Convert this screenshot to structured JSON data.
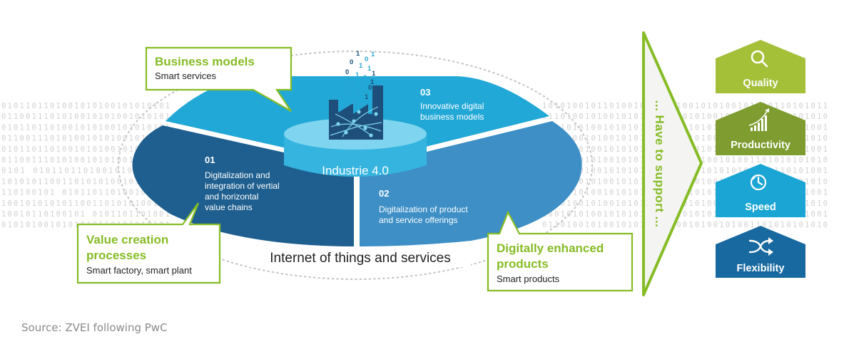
{
  "binary_background": {
    "left_rows": [
      "0101101101001010100101010101",
      "0110011101010010101001010101",
      "0101101101001010100101010101",
      "0110011101010010101001010101",
      "0101101101001010100101010101",
      "0110011101010010101001010101",
      "0101 0101101101001010100101",
      "1010101100110101010010101010",
      "110100101 010110110100101010",
      "1001010101011001101010100101",
      "10010110100101 0101101101001",
      "0101010010101010110101010101"
    ],
    "right_rows": [
      "10101001011010010101 01001010100101010110101011",
      "01101001010010101010110010100101001101010101010",
      "10010101001010101010101010101010101010110101001",
      "01101001010010101010110010100101001101010101010",
      "10010101001010101010101010101010101010110101001",
      "01101001010010101010110010100101001101010101010",
      "10010101001010101010101010101010101010110101001",
      "01101001010010101010110010100101001101010101010",
      "10010101001010101010101010101010101010110101001",
      "01101001010010101010110010100101001101010101010",
      "10010101001010101010101010101010101010110101001",
      "01101001010010101010110010100101001101010101010"
    ],
    "stream_digits": [
      "1",
      "0",
      "1",
      "0",
      "1",
      "1",
      "0",
      "1",
      "0",
      "1",
      "0",
      "1",
      "0",
      "1",
      "0",
      "1",
      "1",
      "0",
      "1",
      "0"
    ]
  },
  "center": {
    "label": "Industrie 4.0"
  },
  "segments": [
    {
      "number": "03",
      "lines": [
        "Innovative digital",
        "business models"
      ]
    },
    {
      "number": "01",
      "lines": [
        "Digitalization and",
        "integration of vertial",
        "and horizontal",
        "value chains"
      ]
    },
    {
      "number": "02",
      "lines": [
        "Digitalization of product",
        "and service offerings"
      ]
    }
  ],
  "outer_ring_label": "Internet of things and services",
  "callouts": {
    "business_models": {
      "title": "Business models",
      "subtitle": "Smart services"
    },
    "value_creation": {
      "title_lines": [
        "Value creation",
        "processes"
      ],
      "subtitle": "Smart factory, smart plant"
    },
    "digital_products": {
      "title_lines": [
        "Digitally enhanced",
        "products"
      ],
      "subtitle": "Smart products"
    }
  },
  "arrow_label": "... Have to support ...",
  "outcomes": [
    {
      "label": "Quality",
      "icon": "magnifier-icon",
      "color": "#a4bf38"
    },
    {
      "label": "Productivity",
      "icon": "growth-chart-icon",
      "color": "#7e9c2f"
    },
    {
      "label": "Speed",
      "icon": "stopwatch-icon",
      "color": "#1aa5d4"
    },
    {
      "label": "Flexibility",
      "icon": "shuffle-icon",
      "color": "#1769a0"
    }
  ],
  "colors": {
    "green": "#86bc25",
    "ring_outline": "#cfcfcf",
    "segment_top": "#22a8d6",
    "segment_left": "#1e5f8f",
    "segment_right": "#3d8fc6",
    "cylinder": "#5cc8e8"
  },
  "source": "Source: ZVEI following PwC"
}
